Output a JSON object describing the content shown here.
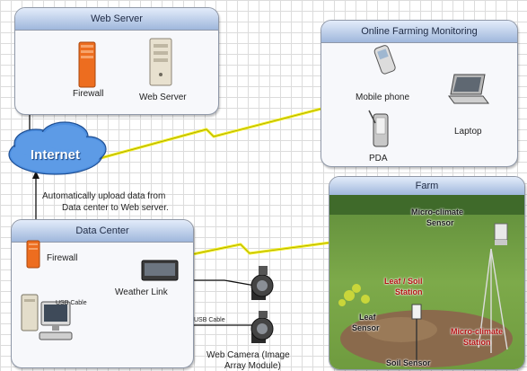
{
  "web_server_group": {
    "title": "Web Server",
    "firewall_label": "Firewall",
    "server_label": "Web Server"
  },
  "online_group": {
    "title": "Online Farming Monitoring",
    "mobile_label": "Mobile phone",
    "laptop_label": "Laptop",
    "pda_label": "PDA"
  },
  "internet_label": "Internet",
  "upload_note_line1": "Automatically upload data from",
  "upload_note_line2": "Data center to Web server.",
  "data_center_group": {
    "title": "Data Center",
    "firewall_label": "Firewall",
    "usb_cable_1": "USB Cable",
    "usb_cable_2": "USB Cable",
    "weather_link_label": "Weather Link",
    "webcam_label_line1": "Web Camera (Image",
    "webcam_label_line2": "Array Module)"
  },
  "farm_group": {
    "title": "Farm",
    "micro_sensor_label_line1": "Micro-climate",
    "micro_sensor_label_line2": "Sensor",
    "leaf_soil_station_line1": "Leaf / Soil",
    "leaf_soil_station_line2": "Station",
    "leaf_sensor_line1": "Leaf",
    "leaf_sensor_line2": "Sensor",
    "micro_station_line1": "Micro-climate",
    "micro_station_line2": "Station",
    "soil_sensor_label": "Soil Sensor"
  }
}
